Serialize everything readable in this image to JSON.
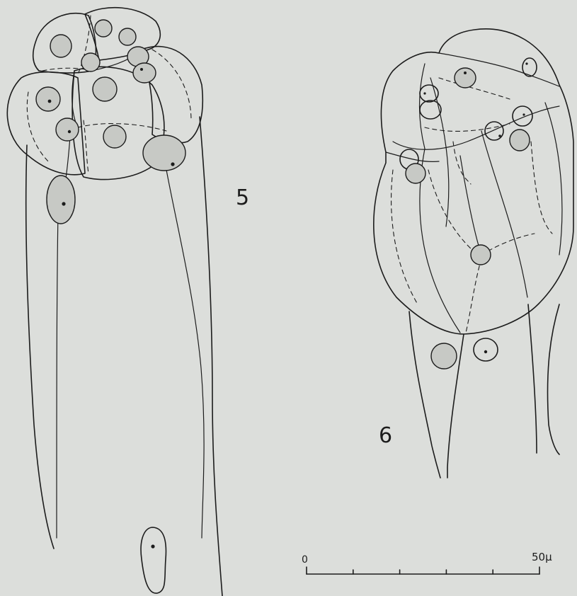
{
  "figures": [
    {
      "id": "5",
      "label": "5"
    },
    {
      "id": "6",
      "label": "6"
    }
  ],
  "scale_bar": {
    "start_label": "0",
    "end_label": "50µ",
    "tick_count": 6
  },
  "colors": {
    "background": "#dcdedb",
    "ink": "#1c1c1c",
    "nucleus_fill": "#c7c9c5"
  }
}
